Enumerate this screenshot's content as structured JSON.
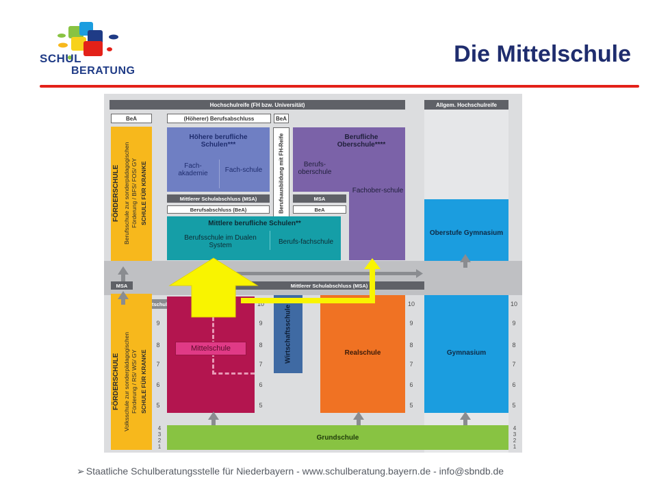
{
  "header": {
    "title": "Die Mittelschule",
    "logo": {
      "line1": "SCHUL",
      "line2": "BERATUNG"
    }
  },
  "footer": {
    "text": "Staatliche Schulberatungsstelle für Niederbayern - www.schulberatung.bayern.de - info@sbndb.de"
  },
  "diagram": {
    "top_bars": {
      "hochschulreife": "Hochschulreife (FH bzw. Universität)",
      "allgem_hochschulreife": "Allgem. Hochschulreife"
    },
    "labels": {
      "bea_left": "BeA",
      "hoeherer_berufsabschluss": "(Höherer) Berufsabschluss",
      "bea_mid": "BeA",
      "hoehere_berufliche_schulen": "Höhere berufliche Schulen***",
      "fachakademie": "Fach-akademie",
      "fachschule": "Fach-schule",
      "berufsausbildung_fh": "Berufsausbildung mit FH-Reife",
      "berufliche_oberschule": "Berufliche Oberschule****",
      "berufsoberschule": "Berufs-oberschule",
      "fachoberschule": "Fachober-schule",
      "msa_box": "Mittlerer Schulabschluss (MSA)",
      "berufsabschluss_bea": "Berufsabschluss (BeA)",
      "msa_small": "MSA",
      "bea_small": "BeA",
      "mittlere_berufliche_schulen": "Mittlere berufliche Schulen**",
      "berufsschule_dual": "Berufsschule im Dualen System",
      "berufsfachschule": "Berufs-fachschule",
      "oberstufe_gymnasium": "Oberstufe Gymnasium",
      "msa_left": "MSA",
      "msa_band": "Mittlerer Schulabschluss (MSA)",
      "hauptschulabschluss": "Hauptschulabschluss",
      "wirtschaftsschule": "Wirtschaftsschule",
      "mittelschule": "Mittelschule",
      "realschule": "Realschule",
      "gymnasium": "Gymnasium",
      "grundschule": "Grundschule",
      "foerderschule_top_title": "FÖRDERSCHULE",
      "foerderschule_top_sub": "Berufsschule zur sonderpädagogischen Förderung / BFS/ FOS/ GY",
      "foerderschule_top_krank": "SCHULE FÜR KRANKE",
      "foerderschule_bot_title": "FÖRDERSCHULE",
      "foerderschule_bot_sub": "Volksschule zur sonderpädagogischen Förderung / RS/ WS/ GY",
      "foerderschule_bot_krank": "SCHULE FÜR KRANKE"
    },
    "grades": {
      "col_a": [
        "9",
        "8",
        "7",
        "6",
        "5"
      ],
      "col_b": [
        "10",
        "9",
        "8",
        "7",
        "6",
        "5"
      ],
      "col_c": [
        "10",
        "9",
        "8",
        "7",
        "6",
        "5"
      ],
      "col_d": [
        "10",
        "9",
        "8",
        "7",
        "6",
        "5"
      ],
      "primary_left": [
        "4",
        "3",
        "2",
        "1"
      ],
      "primary_right": [
        "4",
        "3",
        "2",
        "1"
      ]
    },
    "colors": {
      "foerderschule": "#f7b81c",
      "hoehere_berufliche": "#6f7fc3",
      "berufliche_oberschule": "#7b62a8",
      "mittlere_berufliche": "#159ea7",
      "gymnasium": "#1b9ddf",
      "mittelschule": "#b3154f",
      "realschule": "#f07223",
      "wirtschaftsschule": "#3f6aa3",
      "grundschule": "#88c342",
      "arrow_yellow": "#f9f400",
      "title": "#1f2d6e",
      "rule": "#e32119"
    }
  }
}
